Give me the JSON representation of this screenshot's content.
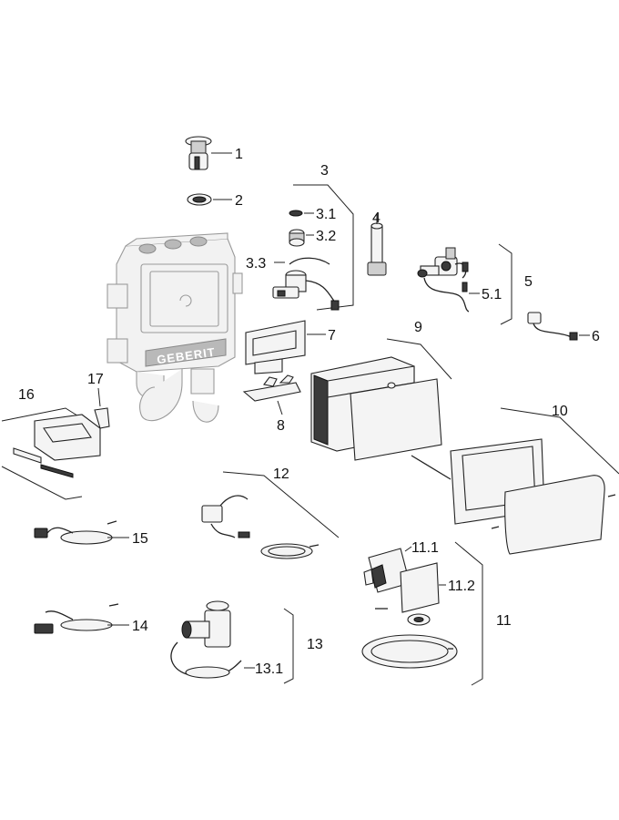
{
  "brand": "GEBERIT",
  "labels": {
    "l1": "1",
    "l2": "2",
    "l3": "3",
    "l3_1": "3.1",
    "l3_2": "3.2",
    "l3_3": "3.3",
    "l4": "4",
    "l5": "5",
    "l5_1": "5.1",
    "l6": "6",
    "l7": "7",
    "l8": "8",
    "l9": "9",
    "l10": "10",
    "l11": "11",
    "l11_1": "11.1",
    "l11_2": "11.2",
    "l12": "12",
    "l13": "13",
    "l13_1": "13.1",
    "l14": "14",
    "l15": "15",
    "l16": "16",
    "l17": "17"
  }
}
